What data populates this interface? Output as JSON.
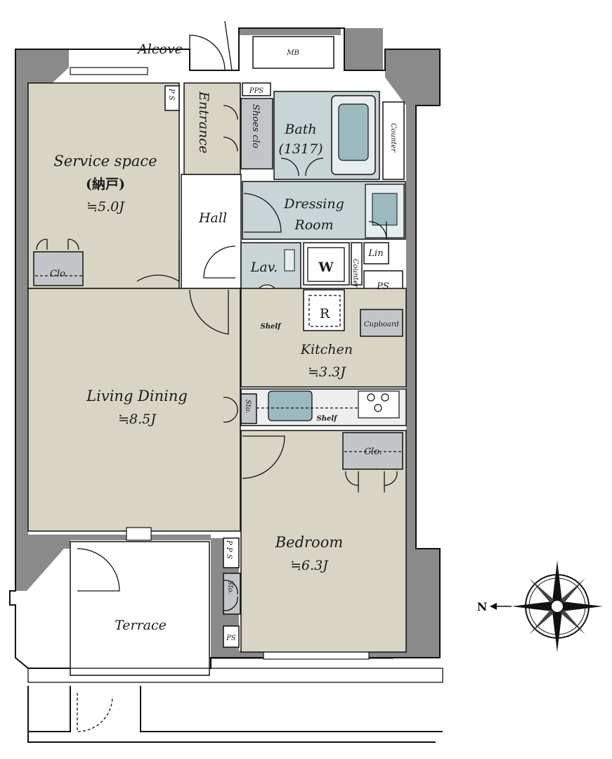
{
  "rooms": {
    "service_space": {
      "name": "Service space",
      "jp": "(納戸)",
      "area": "≒5.0J"
    },
    "entrance": "Entrance",
    "shoes_closet": "Shoes clo",
    "bath": {
      "name": "Bath",
      "size": "(1317)"
    },
    "counter_top": "Counter",
    "counter_side": "Counter",
    "hall": "Hall",
    "dressing_room": {
      "line1": "Dressing",
      "line2": "Room"
    },
    "lavatory": "Lav.",
    "washer": "W",
    "linen": "Lin",
    "ps_right": "PS",
    "shelf_lav": "Shelf",
    "fridge": "R",
    "cupboard": "Cupboard",
    "kitchen": {
      "name": "Kitchen",
      "area": "≒3.3J"
    },
    "closet_service": "Clo.",
    "living_dining": {
      "name": "Living Dining",
      "area": "≒8.5J"
    },
    "storage_kitchen": "Sto.",
    "shelf_kitchen": "Shelf",
    "closet_bedroom": "Clo.",
    "bedroom": {
      "name": "Bedroom",
      "area": "≒6.3J"
    },
    "pps_bedroom": "P P S",
    "storage_bedroom": "Sto.",
    "ps_bedroom": "PS",
    "terrace": "Terrace",
    "alcove": "Alcove",
    "mb": "MB",
    "pps_top": "PPS",
    "ps_top": "P S"
  },
  "compass": {
    "north_label": "N"
  },
  "colors": {
    "room_fill": "#d9d5c5",
    "wet_fill": "#c9d4d6",
    "wall_fill": "#8a8a8a",
    "closet_fill": "#c3c6c9"
  }
}
